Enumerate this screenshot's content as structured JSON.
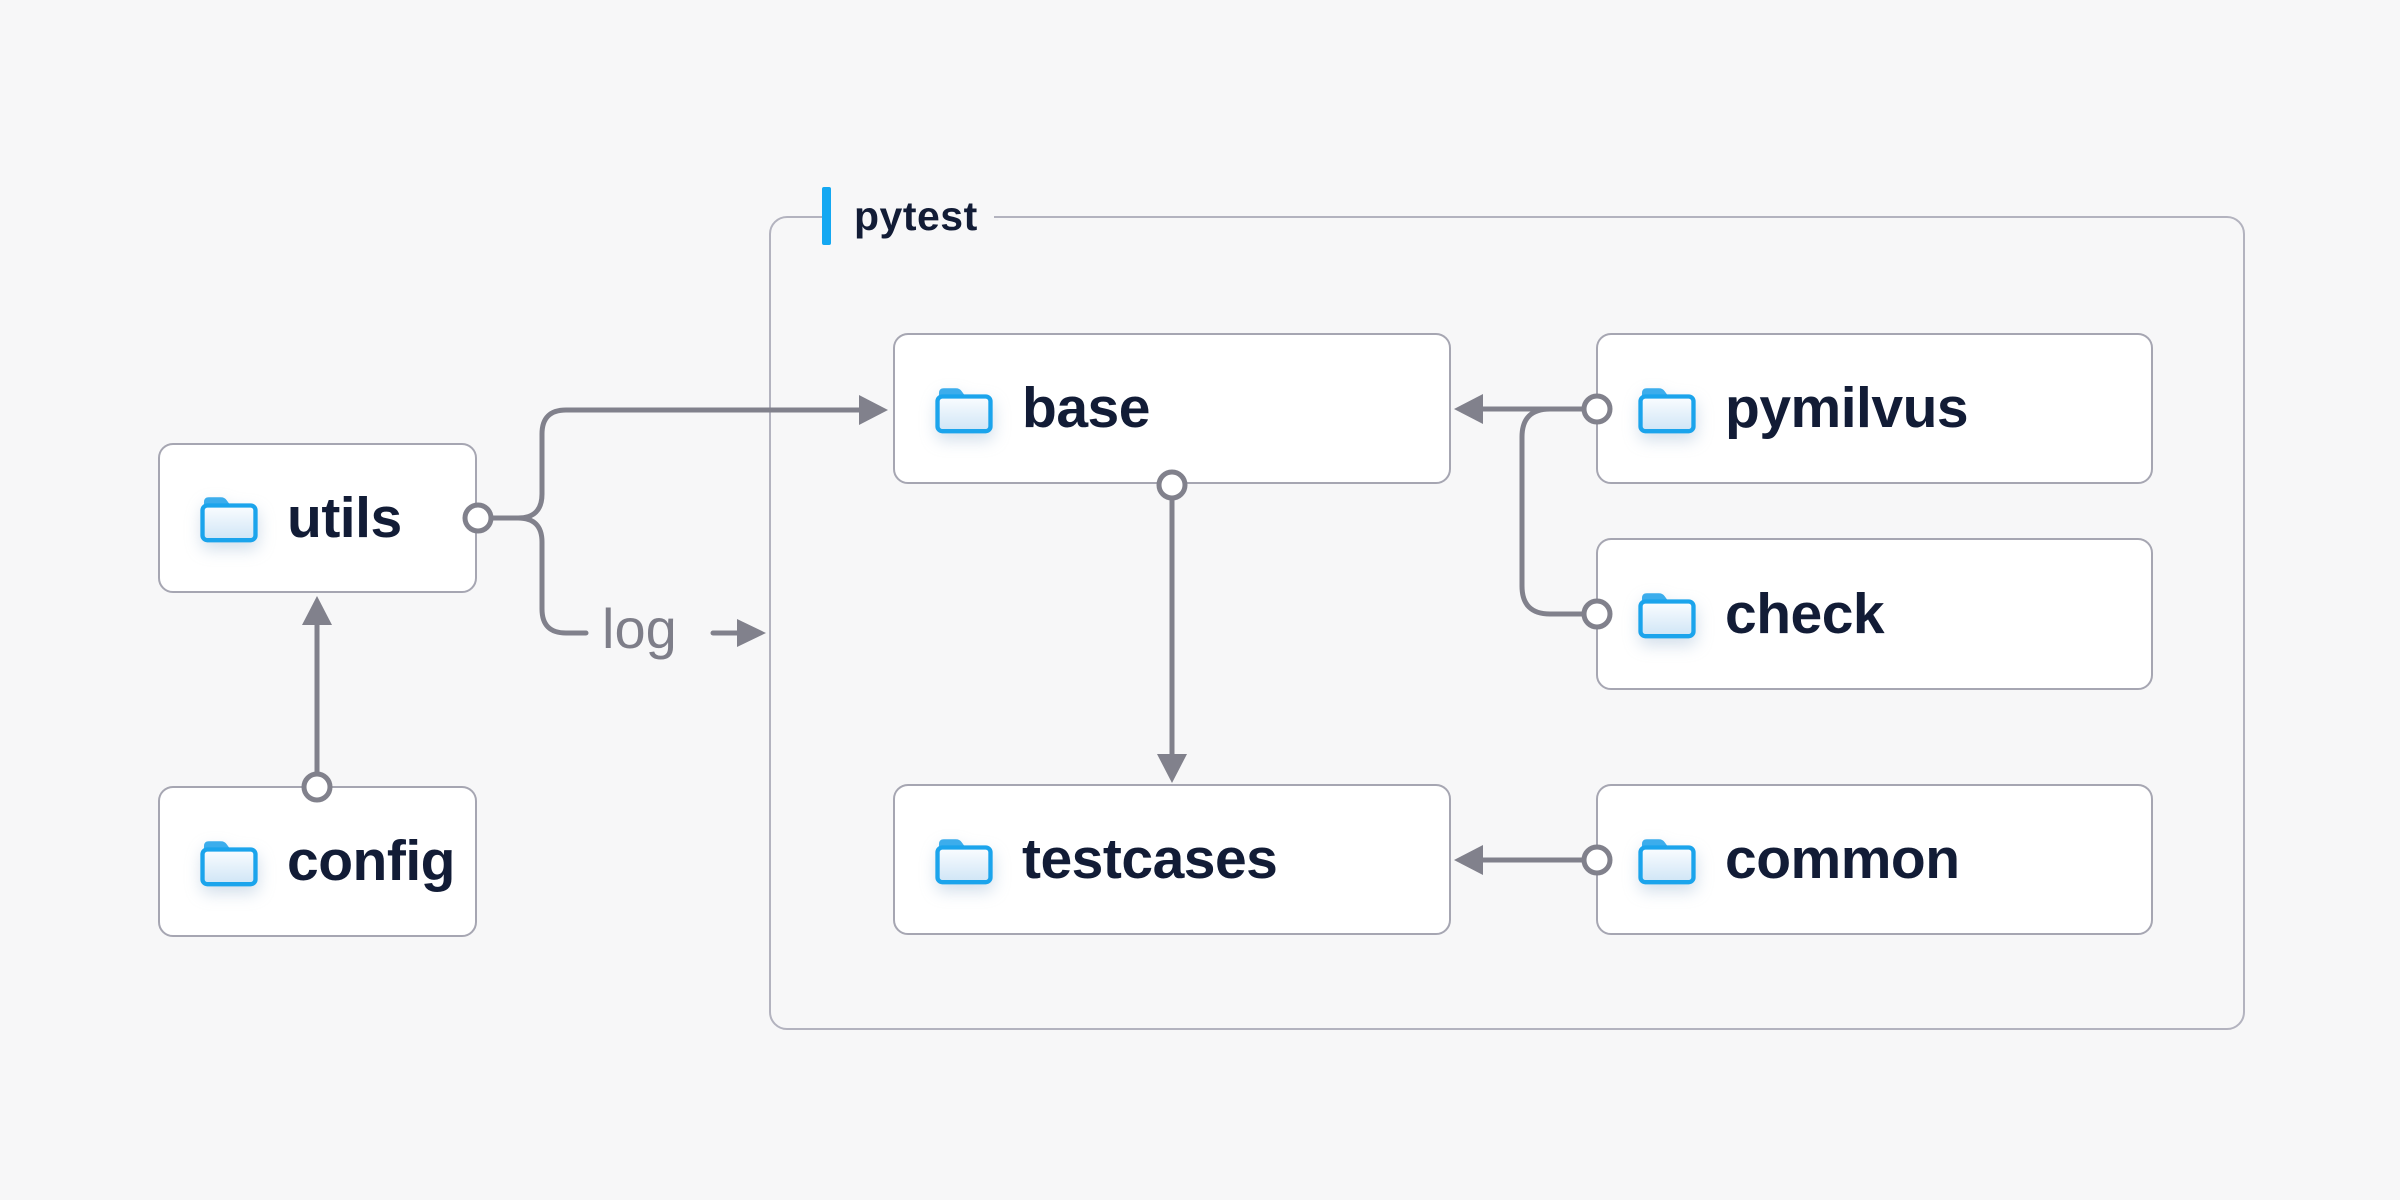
{
  "diagram": {
    "group": {
      "label": "pytest"
    },
    "nodes": {
      "utils": {
        "label": "utils",
        "icon": "folder-icon"
      },
      "config": {
        "label": "config",
        "icon": "folder-icon"
      },
      "base": {
        "label": "base",
        "icon": "folder-icon"
      },
      "pymilvus": {
        "label": "pymilvus",
        "icon": "folder-icon"
      },
      "check": {
        "label": "check",
        "icon": "folder-icon"
      },
      "testcases": {
        "label": "testcases",
        "icon": "folder-icon"
      },
      "common": {
        "label": "common",
        "icon": "folder-icon"
      }
    },
    "edge_labels": {
      "log": "log"
    },
    "edges": [
      {
        "from": "config",
        "to": "utils",
        "style": "arrow"
      },
      {
        "from": "utils",
        "to": "base",
        "style": "arrow"
      },
      {
        "from": "utils",
        "to": "pytest-group",
        "style": "arrow",
        "label": "log"
      },
      {
        "from": "pymilvus",
        "to": "base",
        "style": "arrow"
      },
      {
        "from": "check",
        "to": "base",
        "style": "arrow"
      },
      {
        "from": "base",
        "to": "testcases",
        "style": "arrow"
      },
      {
        "from": "common",
        "to": "testcases",
        "style": "arrow"
      }
    ],
    "colors": {
      "background": "#f7f7f8",
      "node_bg": "#ffffff",
      "node_border": "#a6a6b2",
      "group_border": "#b3b3bf",
      "connector": "#81818c",
      "text": "#121c36",
      "muted_text": "#7e7e89",
      "accent_blue": "#14a8f2",
      "folder_stroke": "#1ba4ec",
      "folder_tab": "#3cadec"
    }
  }
}
